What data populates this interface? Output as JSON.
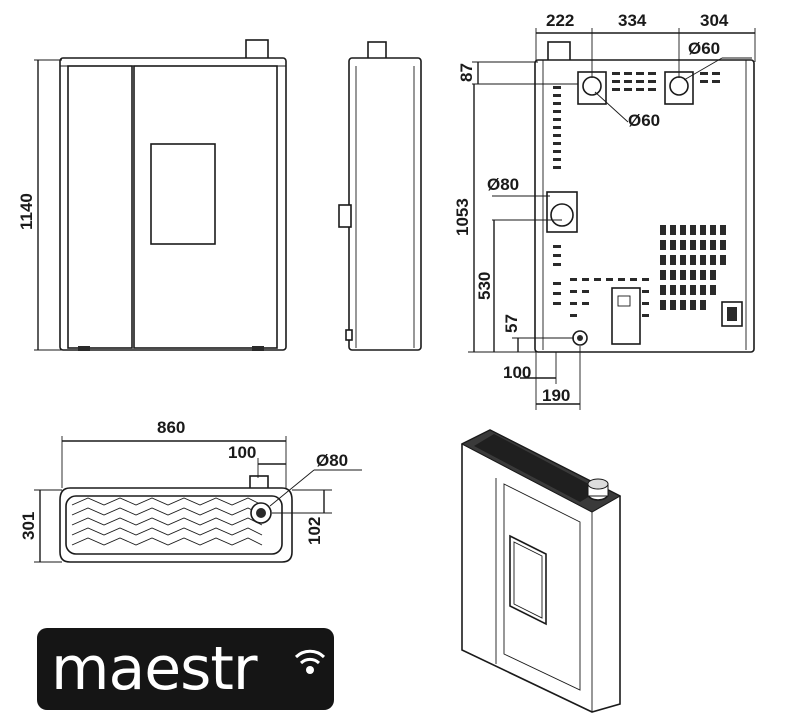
{
  "dimensions": {
    "total_height": "1140",
    "rear_top_offset": "87",
    "rear_outlet_height": "1053",
    "inlet_height": "530",
    "lower_offset": "57",
    "left_offset_small": "100",
    "left_offset_large": "190",
    "top_spacing_1": "222",
    "top_spacing_2": "334",
    "top_spacing_3": "304",
    "diameter_60_top": "Ø60",
    "diameter_60_mid": "Ø60",
    "diameter_80_rear": "Ø80",
    "width_total": "860",
    "depth_total": "301",
    "flue_offset": "100",
    "flue_diameter": "Ø80",
    "flue_depth": "102"
  },
  "logo": {
    "text": "maestr",
    "brand_color": "#151515",
    "accent_icon": "wifi-icon"
  }
}
